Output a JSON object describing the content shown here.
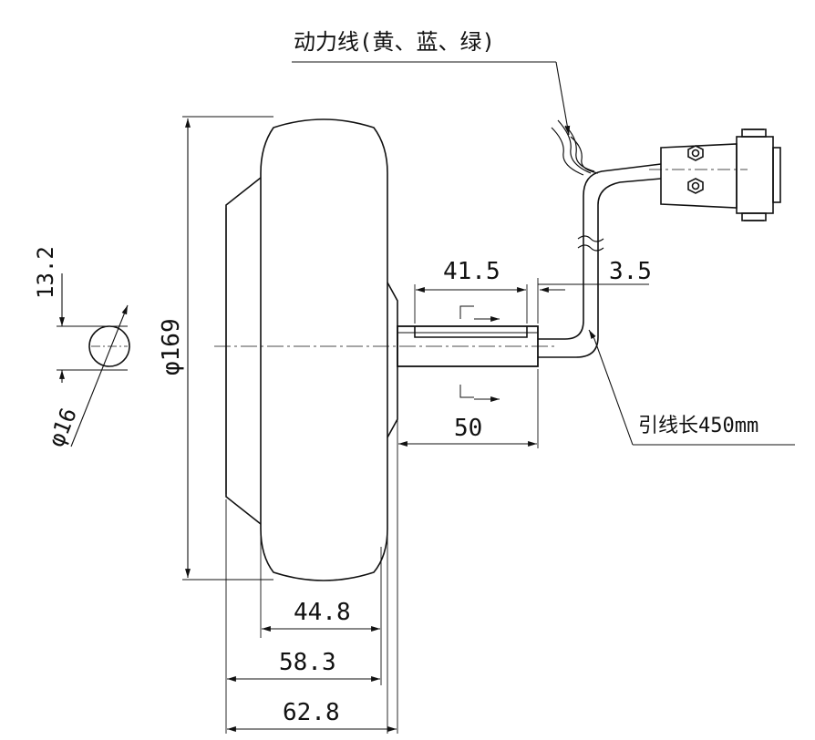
{
  "labels": {
    "power_wire": "动力线(黄、蓝、绿)",
    "lead_length": "引线长450mm",
    "dim_13_2": "13.2",
    "dim_phi16": "φ16",
    "dim_phi169": "φ169",
    "dim_41_5": "41.5",
    "dim_3_5": "3.5",
    "dim_50": "50",
    "dim_44_8": "44.8",
    "dim_58_3": "58.3",
    "dim_62_8": "62.8"
  },
  "colors": {
    "line": "#111111",
    "background": "#ffffff"
  }
}
